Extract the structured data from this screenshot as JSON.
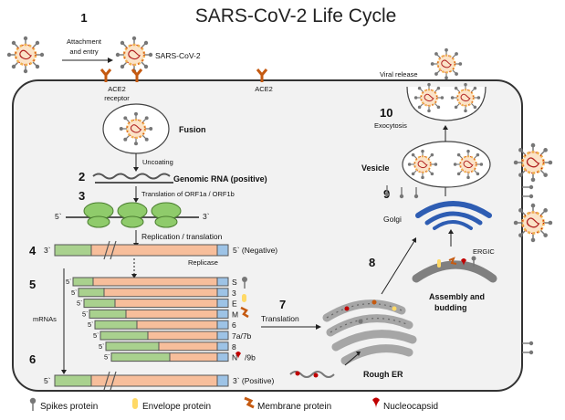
{
  "title": "SARS-CoV-2 Life Cycle",
  "labels": {
    "attachment": "Attachment",
    "and_entry": "and entry",
    "virus": "SARS-CoV-2",
    "ace2": "ACE2",
    "receptor": "receptor",
    "ace2_membrane": "ACE2",
    "fusion": "Fusion",
    "uncoating": "Uncoating",
    "genomic_rna": "Genomic RNA (positive)",
    "translation_orf": "Translation of ORF1a / ORF1b",
    "replication": "Replication / translation",
    "negative": "5` (Negative)",
    "replicase": "Replicase",
    "positive": "3` (Positive)",
    "mrnas": "mRNAs",
    "translation": "Translation",
    "rough_er": "Rough ER",
    "assembly": "Assembly and",
    "budding": "budding",
    "ergic": "ERGIC",
    "golgi": "Golgi",
    "vesicle": "Vesicle",
    "exocytosis": "Exocytosis",
    "viral_release": "Viral release",
    "five_prime": "5`",
    "three_prime": "3`"
  },
  "steps": [
    "1",
    "2",
    "3",
    "4",
    "5",
    "6",
    "7",
    "8",
    "9",
    "10"
  ],
  "mrna_ends": [
    "S",
    "3",
    "E",
    "M",
    "6",
    "7a/7b",
    "8",
    "N"
  ],
  "n_suffix": "/9b",
  "legend": {
    "spike": "Spikes protein",
    "envelope": "Envelope protein",
    "membrane": "Membrane protein",
    "nucleocapsid": "Nucleocapsid"
  },
  "colors": {
    "cell_fill": "#f2f2f2",
    "cell_border": "#333333",
    "orange": "#f7be9b",
    "green": "#a9d18e",
    "blue": "#9dc3e6",
    "ace2": "#c55a11",
    "ribosome": "#8fcb6b",
    "golgi": "#2e5db3",
    "er": "#a6a6a6",
    "spike": "#808080",
    "nucleocapsid": "#c00000",
    "envelope": "#ffd966"
  }
}
